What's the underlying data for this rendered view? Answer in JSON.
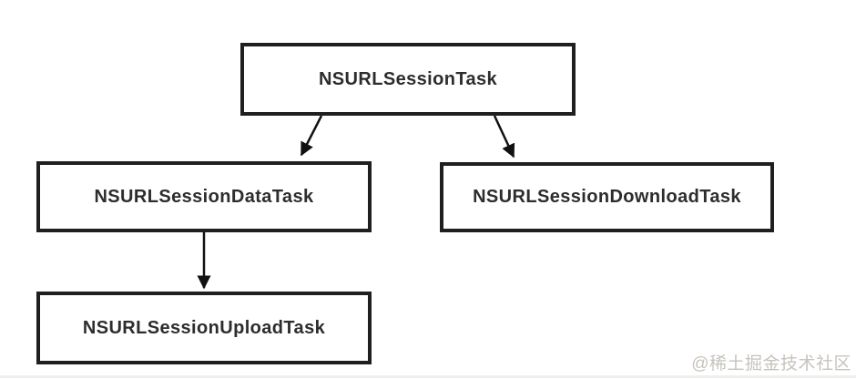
{
  "diagram": {
    "type": "class-hierarchy",
    "nodes": [
      {
        "id": "task",
        "label": "NSURLSessionTask"
      },
      {
        "id": "data",
        "label": "NSURLSessionDataTask"
      },
      {
        "id": "download",
        "label": "NSURLSessionDownloadTask"
      },
      {
        "id": "upload",
        "label": "NSURLSessionUploadTask"
      }
    ],
    "edges": [
      {
        "from": "task",
        "to": "data"
      },
      {
        "from": "task",
        "to": "download"
      },
      {
        "from": "data",
        "to": "upload"
      }
    ]
  },
  "watermark": {
    "text": "@稀土掘金技术社区"
  },
  "colors": {
    "background": "#ffffff",
    "box_border": "#1f1f1f",
    "box_fill": "#ffffff",
    "text": "#2d2d2d",
    "arrow": "#111111",
    "watermark": "#c7c3bd"
  }
}
